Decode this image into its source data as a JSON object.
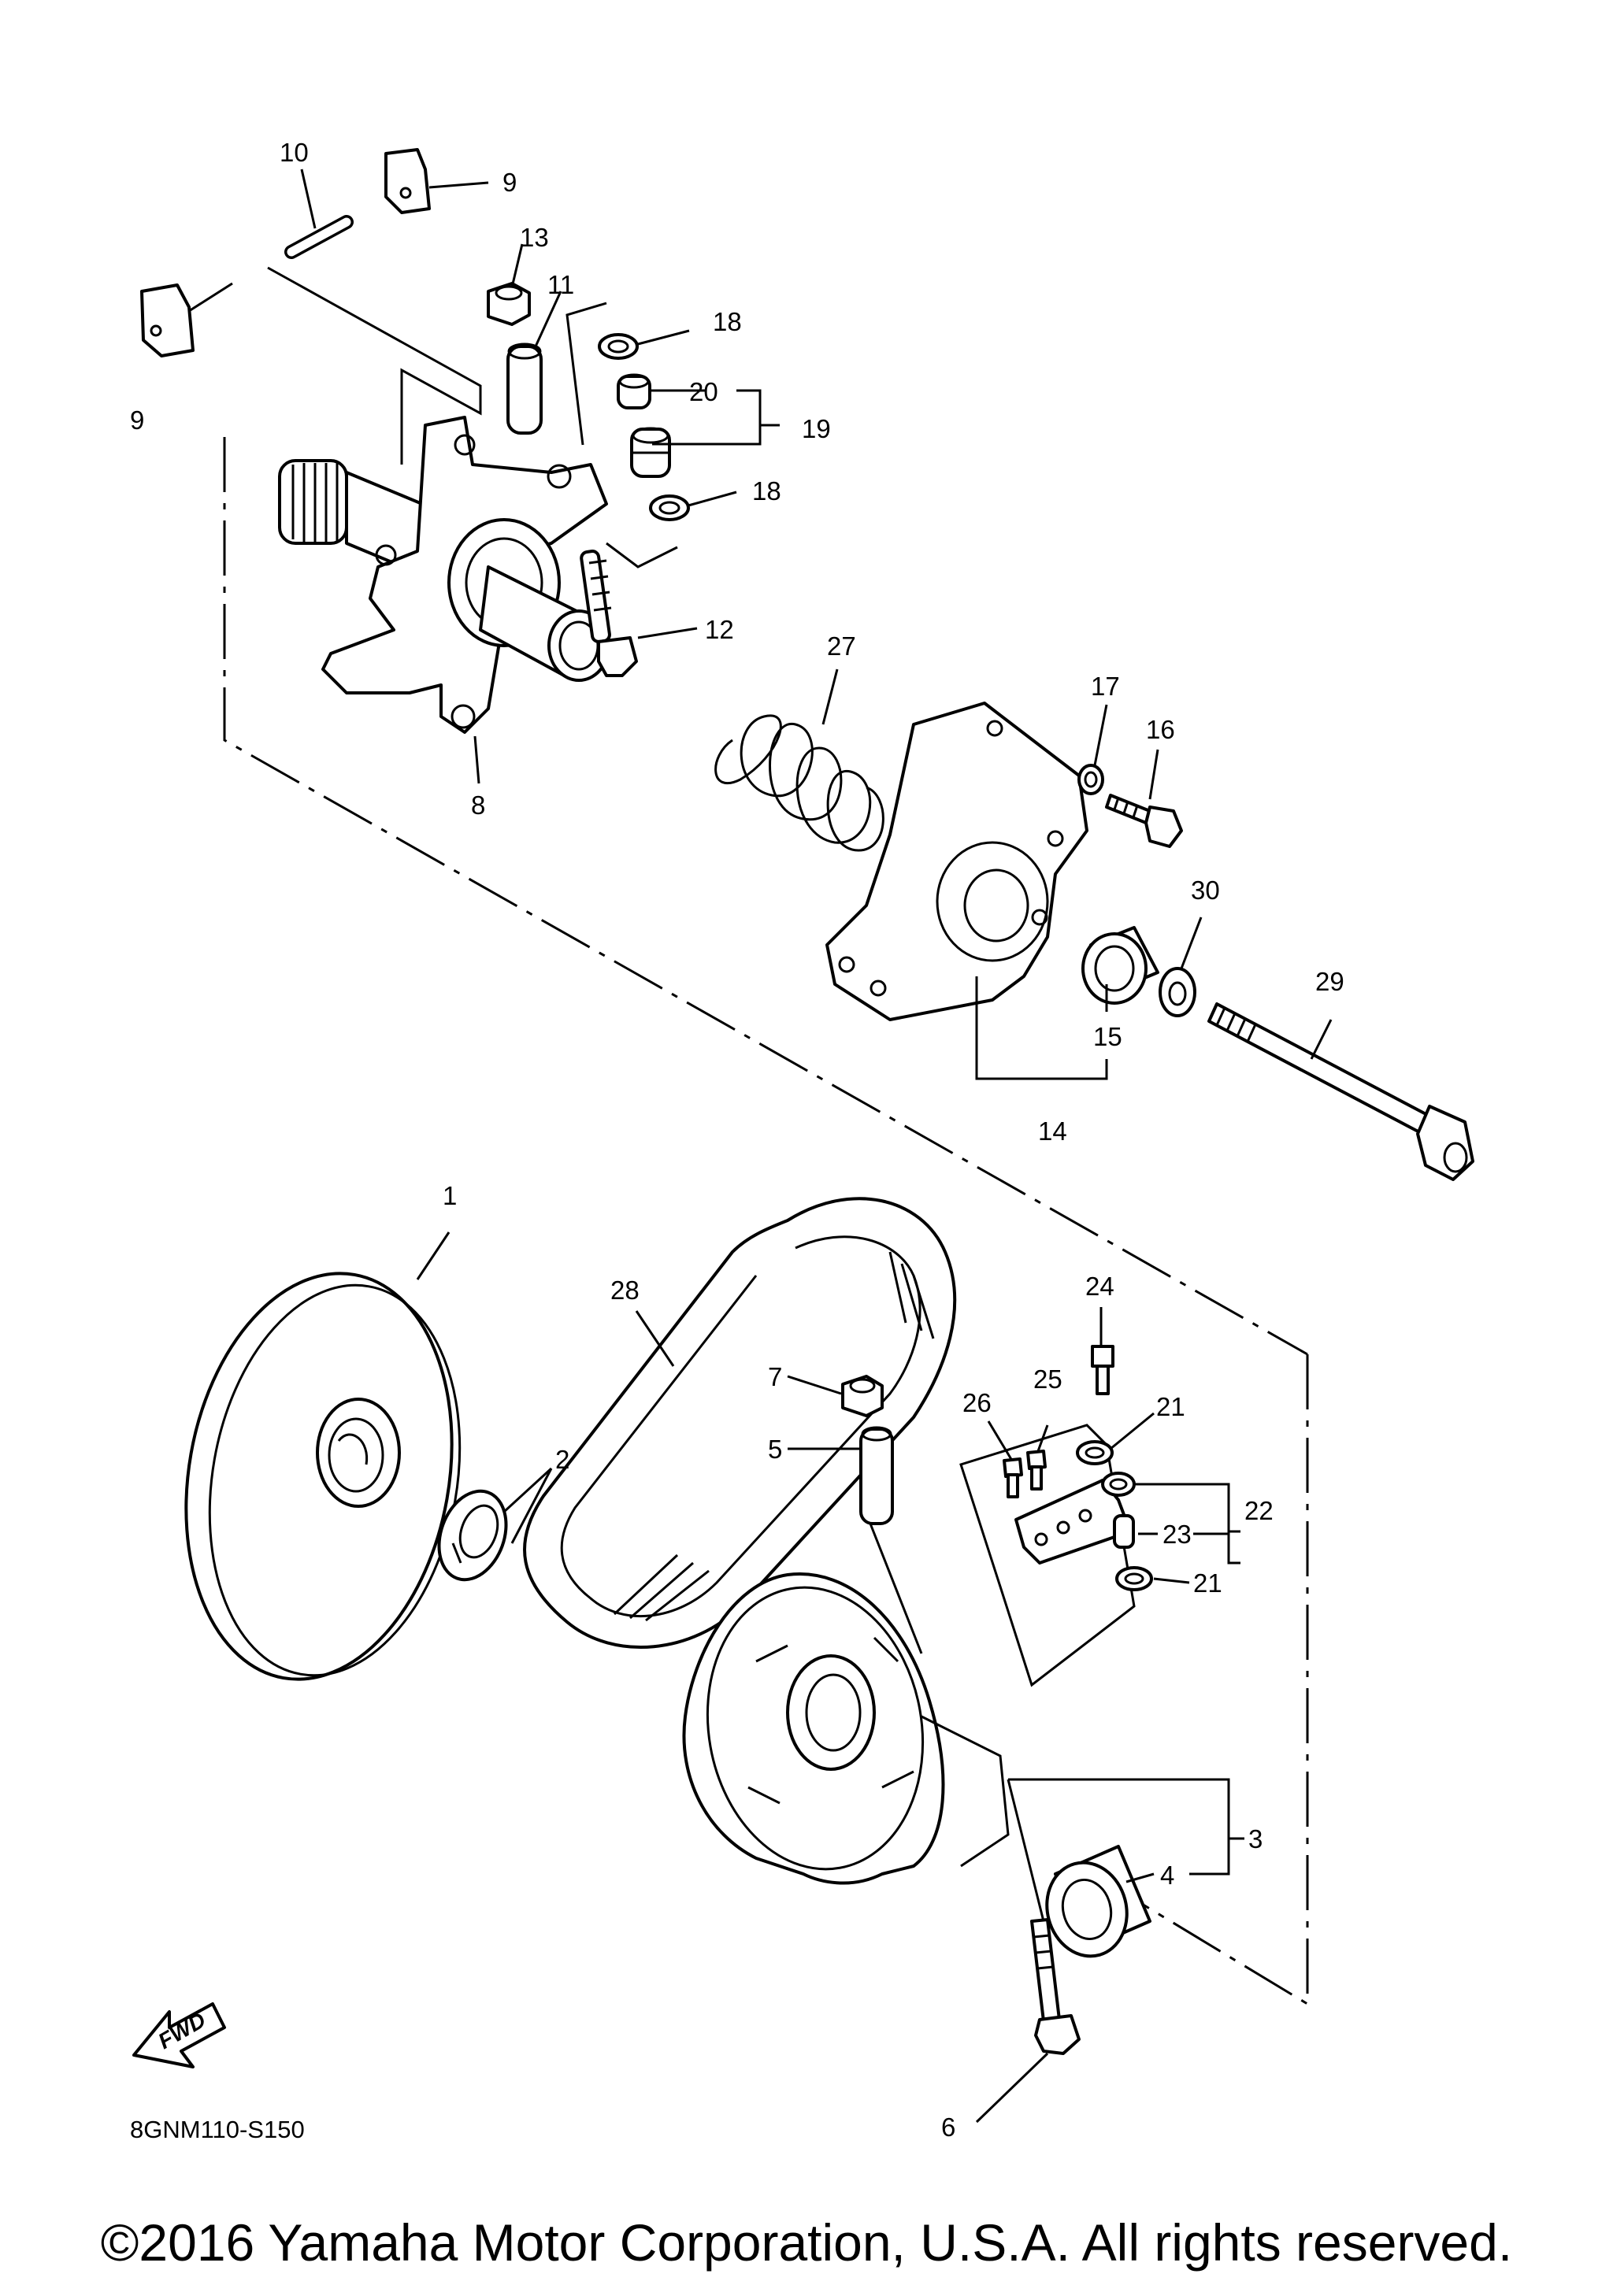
{
  "diagram": {
    "code": "8GNM110-S150",
    "fwd_label": "FWD",
    "copyright": "©2016 Yamaha Motor Corporation, U.S.A. All rights reserved.",
    "callouts": {
      "c1": "1",
      "c2": "2",
      "c3": "3",
      "c4": "4",
      "c5": "5",
      "c6": "6",
      "c7": "7",
      "c8": "8",
      "c9a": "9",
      "c9b": "9",
      "c10": "10",
      "c11": "11",
      "c12": "12",
      "c13": "13",
      "c14": "14",
      "c15": "15",
      "c16": "16",
      "c17": "17",
      "c18a": "18",
      "c18b": "18",
      "c19": "19",
      "c20": "20",
      "c21a": "21",
      "c21b": "21",
      "c22": "22",
      "c23": "23",
      "c24": "24",
      "c25": "25",
      "c26": "26",
      "c27": "27",
      "c28": "28",
      "c29": "29",
      "c30": "30"
    }
  }
}
